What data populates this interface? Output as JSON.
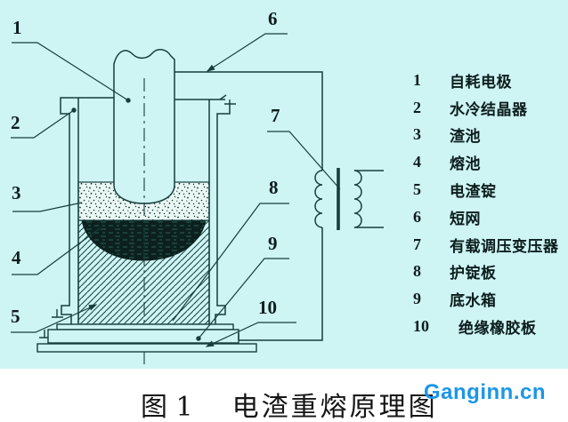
{
  "colors": {
    "background_cyan": "#cef4f4",
    "line": "#173d3d",
    "molten_pool_fill": "#0c211f",
    "text": "#0c1d1d",
    "watermark_blue": "#1b96e8",
    "caption_bg": "#ffffff"
  },
  "callouts": {
    "c1": "1",
    "c2": "2",
    "c3": "3",
    "c4": "4",
    "c5": "5",
    "c6": "6",
    "c7": "7",
    "c8": "8",
    "c9": "9",
    "c10": "10"
  },
  "legend": [
    {
      "num": "1",
      "label": "自耗电极"
    },
    {
      "num": "2",
      "label": "水冷结晶器"
    },
    {
      "num": "3",
      "label": "渣池"
    },
    {
      "num": "4",
      "label": "熔池"
    },
    {
      "num": "5",
      "label": "电渣锭"
    },
    {
      "num": "6",
      "label": "短网"
    },
    {
      "num": "7",
      "label": "有载调压变压器"
    },
    {
      "num": "8",
      "label": "护锭板"
    },
    {
      "num": "9",
      "label": "底水箱"
    },
    {
      "num": "10",
      "label": "绝缘橡胶板"
    }
  ],
  "caption": {
    "figure_label": "图 1",
    "title": "电渣重熔原理图"
  },
  "watermark": "Ganginn.cn"
}
